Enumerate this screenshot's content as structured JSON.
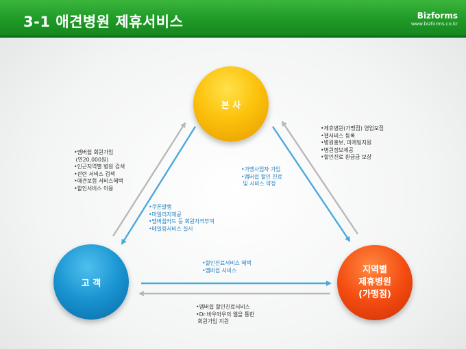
{
  "header": {
    "title": "3-1 애견병원 제휴서비스",
    "brand_name": "Bizforms",
    "brand_url": "www.bizforms.co.kr"
  },
  "nodes": {
    "hq": "본 사",
    "customer": "고 객",
    "partner": [
      "지역별",
      "제휴병원",
      "(가맹점)"
    ]
  },
  "notes": {
    "customer_to_hq": [
      "•멤버쉽 회원가입",
      " (연20,000원)",
      "•인근지역별 병원 검색",
      "•관련 서비스 검색",
      "•애견보험 서비스혜택",
      "•할인서비스 이용"
    ],
    "hq_to_customer": [
      "•쿠폰발행",
      "•마일리지제공",
      "•멤버쉽카드 등 회원자격부여",
      "•메일링서비스 실시"
    ],
    "partner_to_hq": [
      "•제휴병원(가맹점) 영업모집",
      "•웹서비스 등록",
      "•병원홍보, 마케팅지원",
      "•병원정보제공",
      "•할인진료 환급금 보상"
    ],
    "hq_to_partner": [
      "•가맹사업자 가입",
      "•멤버쉽 할인 진료",
      " 및 서비스 약정"
    ],
    "customer_to_partner": [
      "•할인진료서비스 혜택",
      "•멤버쉽 서비스"
    ],
    "partner_to_customer": [
      "•멤버쉽 할인진료서비스",
      "•Dr.바우와우의 웹을 통한",
      " 회원가입 지원"
    ]
  },
  "colors": {
    "header_green": "#1f9a27",
    "hq_yellow": "#fcc20c",
    "customer_blue": "#1893d0",
    "partner_orange": "#f44d12",
    "arrow_blue": "#4aa8dc",
    "arrow_gray": "#b8b8b8"
  }
}
